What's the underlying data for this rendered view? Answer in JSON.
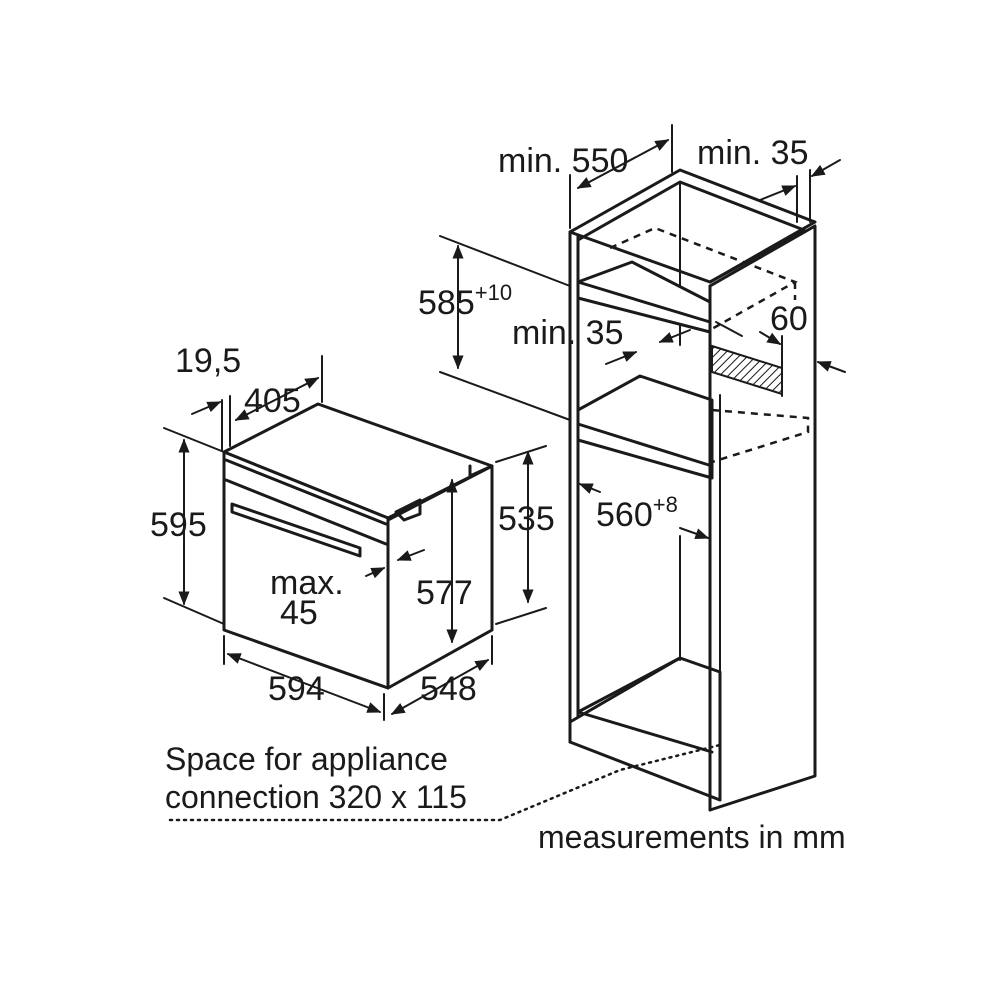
{
  "appliance": {
    "depth_top": "405",
    "offset": "19,5",
    "height": "595",
    "body_height": "535",
    "inner_height": "577",
    "door_gap_line1": "max.",
    "door_gap_line2": "45",
    "width": "594",
    "depth": "548"
  },
  "cabinet": {
    "min_depth": "min. 550",
    "min_gap_side": "min. 35",
    "niche_height": "585",
    "niche_height_tol": "+10",
    "min_gap_vent": "min. 35",
    "vent": "60",
    "niche_width": "560",
    "niche_width_tol": "+8"
  },
  "notes": {
    "connection_line1": "Space for appliance",
    "connection_line2": "connection 320 x 115",
    "units": "measurements in mm"
  }
}
